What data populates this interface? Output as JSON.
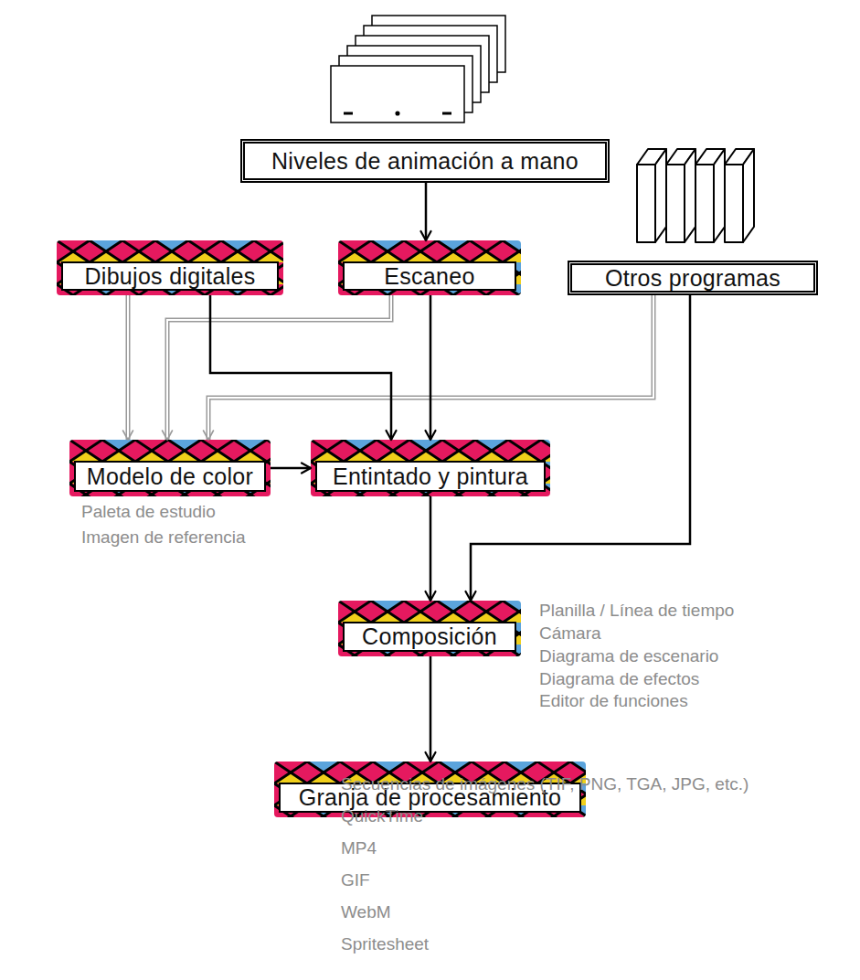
{
  "diagram": {
    "nodes": [
      {
        "text": [
          "Niveles de animación a mano"
        ]
      },
      {
        "text": [
          "Dibujos digitales"
        ]
      },
      {
        "text": [
          "Escaneo"
        ]
      },
      {
        "text": [
          "Otros programas"
        ]
      },
      {
        "text": [
          "Modelo de color"
        ]
      },
      {
        "text": [
          "Entintado y pintura"
        ]
      },
      {
        "text": [
          "Composición"
        ]
      },
      {
        "text": [
          "Granja de procesamiento"
        ]
      }
    ],
    "edges": [
      {
        "from": 0,
        "to": 2,
        "arrow": "to"
      },
      {
        "from": 1,
        "to": 4,
        "arrow": "to"
      },
      {
        "from": 2,
        "to": 4,
        "arrow": "to"
      },
      {
        "from": 3,
        "to": 4,
        "arrow": "to"
      },
      {
        "from": 1,
        "to": 5,
        "arrow": "to"
      },
      {
        "from": 2,
        "to": 5,
        "arrow": "to"
      },
      {
        "from": 4,
        "to": 5,
        "arrow": "to"
      },
      {
        "from": 3,
        "to": 6,
        "arrow": "to"
      },
      {
        "from": 5,
        "to": 6,
        "arrow": "to"
      },
      {
        "from": 6,
        "to": 7,
        "arrow": "to"
      }
    ],
    "labels": [
      "Paleta de estudio",
      "Imagen de referencia",
      "Planilla / Línea de tiempo",
      "Cámara",
      "Diagrama de escenario",
      "Diagrama de efectos",
      "Editor de funciones",
      "Secuencias de imágenes (TIF, PNG, TGA, JPG, etc.)",
      "QuickTime",
      "MP4",
      "GIF",
      "WebM",
      "Spritesheet"
    ]
  }
}
